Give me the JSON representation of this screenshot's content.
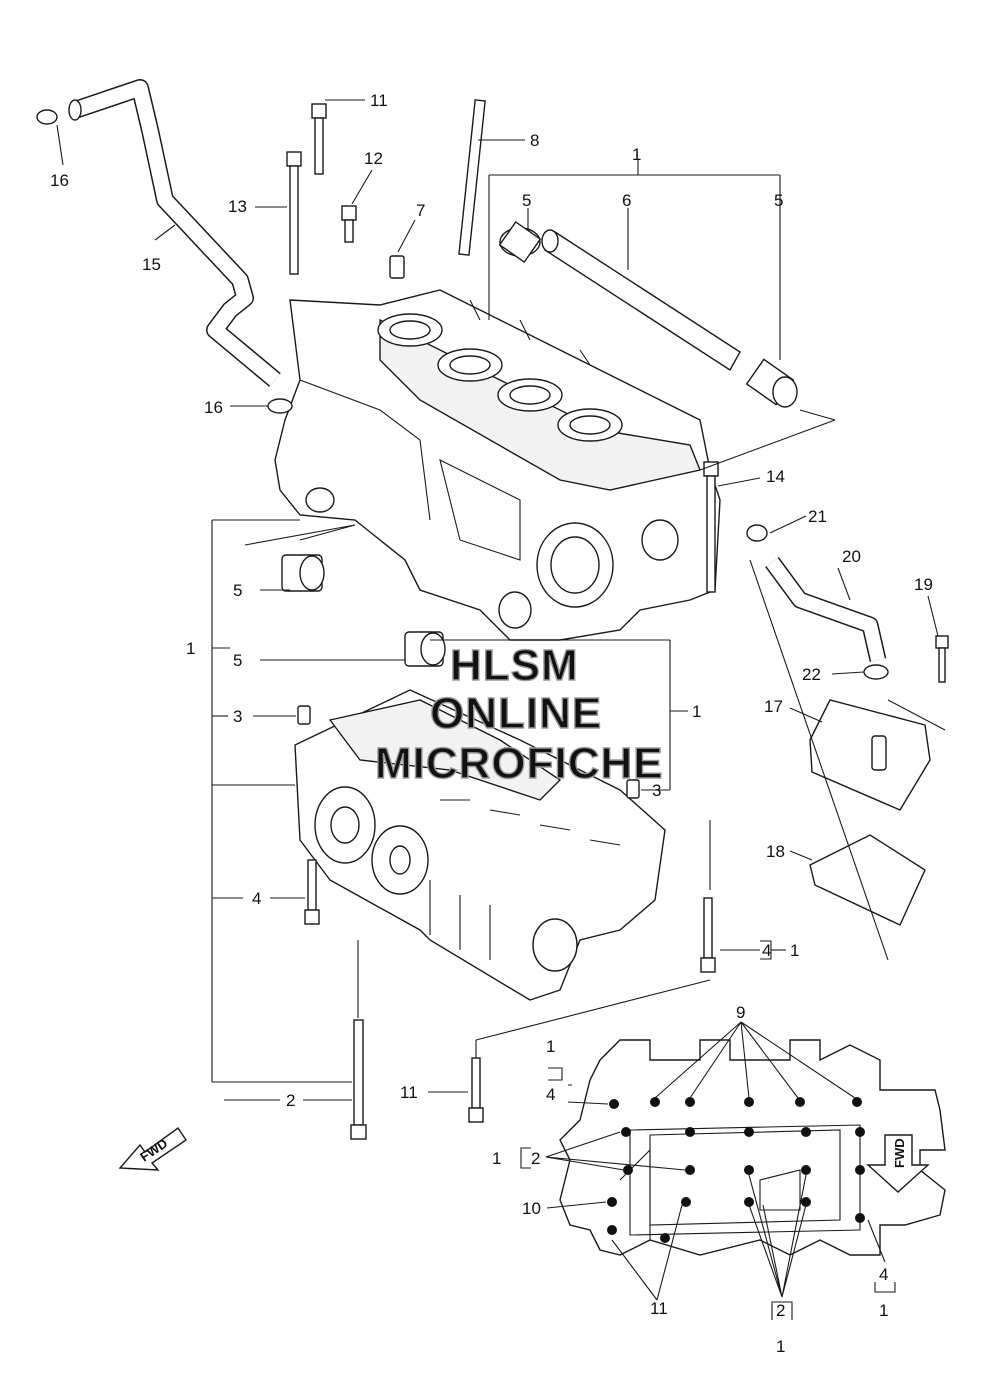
{
  "watermark": {
    "line1": "HLSM",
    "line2": "ONLINE",
    "line3": "MICROFICHE"
  },
  "fwd_arrows": {
    "left": "FWD",
    "right": "FWD"
  },
  "callouts": [
    {
      "id": "c-1-top",
      "text": "1"
    },
    {
      "id": "c-5-left",
      "text": "5"
    },
    {
      "id": "c-6",
      "text": "6"
    },
    {
      "id": "c-5-right",
      "text": "5"
    },
    {
      "id": "c-11-top",
      "text": "11"
    },
    {
      "id": "c-8",
      "text": "8"
    },
    {
      "id": "c-12",
      "text": "12"
    },
    {
      "id": "c-13",
      "text": "13"
    },
    {
      "id": "c-7",
      "text": "7"
    },
    {
      "id": "c-16-top",
      "text": "16"
    },
    {
      "id": "c-15",
      "text": "15"
    },
    {
      "id": "c-16-mid",
      "text": "16"
    },
    {
      "id": "c-14",
      "text": "14"
    },
    {
      "id": "c-21",
      "text": "21"
    },
    {
      "id": "c-20",
      "text": "20"
    },
    {
      "id": "c-19",
      "text": "19"
    },
    {
      "id": "c-22",
      "text": "22"
    },
    {
      "id": "c-17",
      "text": "17"
    },
    {
      "id": "c-18",
      "text": "18"
    },
    {
      "id": "c-5-a",
      "text": "5"
    },
    {
      "id": "c-1-left",
      "text": "1"
    },
    {
      "id": "c-5-b",
      "text": "5"
    },
    {
      "id": "c-3-left",
      "text": "3"
    },
    {
      "id": "c-1-right",
      "text": "1"
    },
    {
      "id": "c-3-right",
      "text": "3"
    },
    {
      "id": "c-4-left",
      "text": "4"
    },
    {
      "id": "c-4-right",
      "text": "4"
    },
    {
      "id": "c-1-4right",
      "text": "1"
    },
    {
      "id": "c-2-bottom",
      "text": "2"
    },
    {
      "id": "c-11-bottom",
      "text": "11"
    },
    {
      "id": "c-9",
      "text": "9"
    },
    {
      "id": "c-1-plan-top",
      "text": "1"
    },
    {
      "id": "c-4-plan-top",
      "text": "4"
    },
    {
      "id": "c-1-plan-left",
      "text": "1"
    },
    {
      "id": "c-2-plan-left",
      "text": "2"
    },
    {
      "id": "c-10",
      "text": "10"
    },
    {
      "id": "c-11-plan",
      "text": "11"
    },
    {
      "id": "c-2-plan-bottom",
      "text": "2"
    },
    {
      "id": "c-1-plan-bottom",
      "text": "1"
    },
    {
      "id": "c-4-plan-right",
      "text": "4"
    },
    {
      "id": "c-1-plan-right",
      "text": "1"
    }
  ]
}
